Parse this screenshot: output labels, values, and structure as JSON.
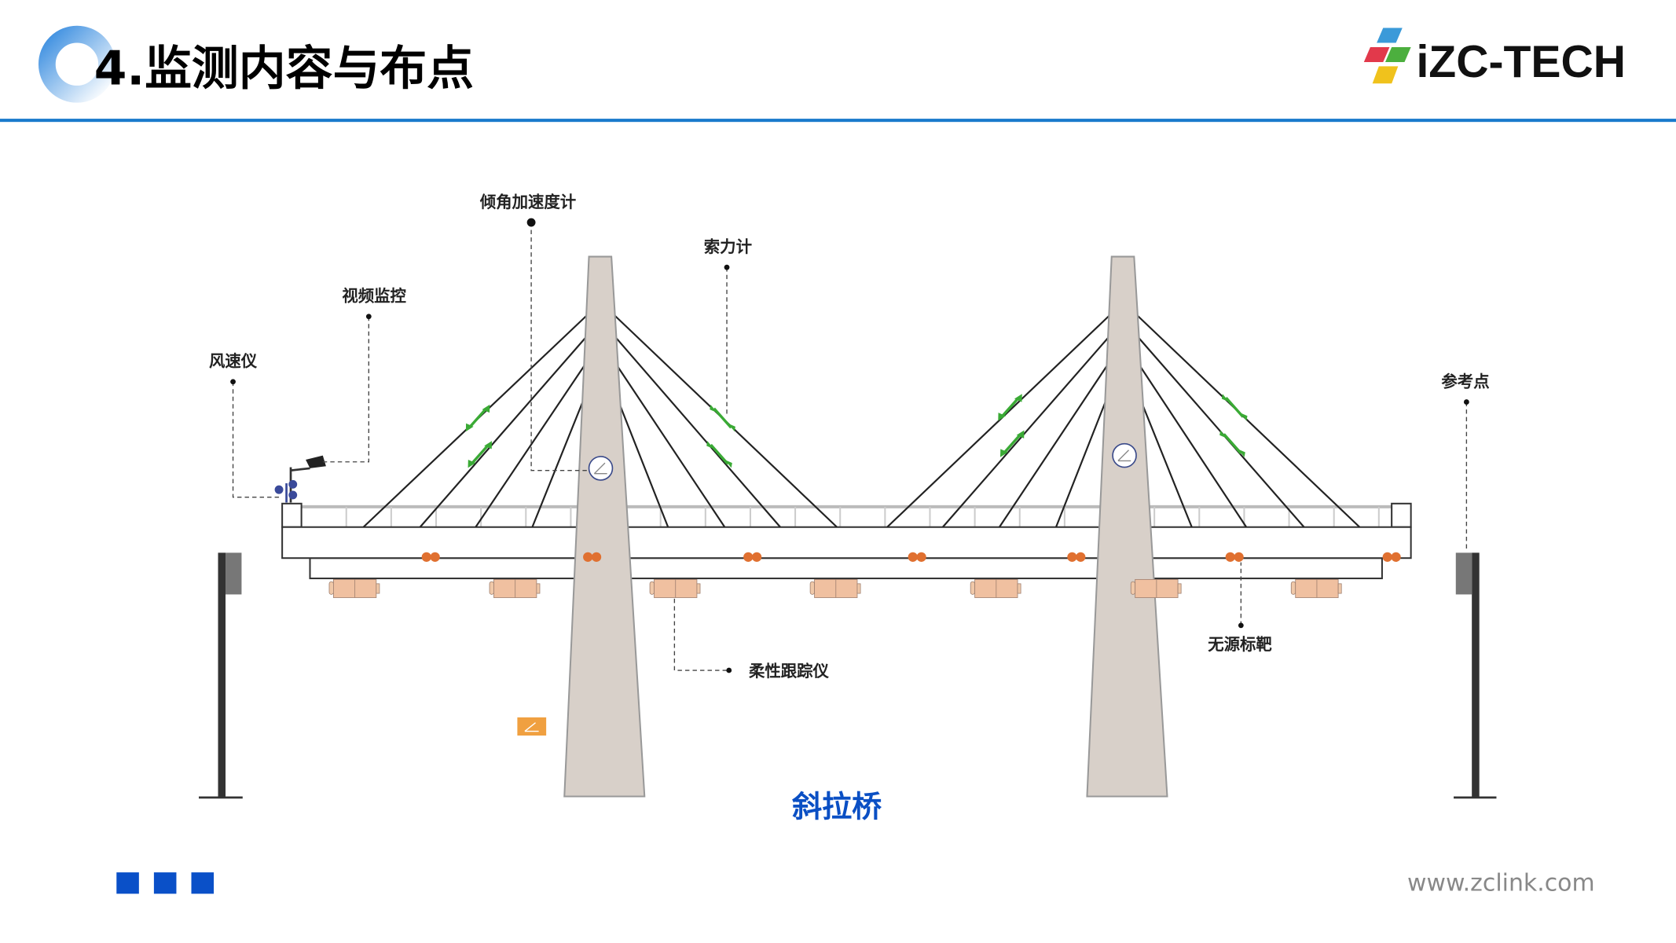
{
  "header": {
    "title": "4.监测内容与布点",
    "logo_text": "iZC-TECH"
  },
  "diagram": {
    "title": "斜拉桥",
    "labels": {
      "tilt_accelerometer": "倾角加速度计",
      "cable_force_meter": "索力计",
      "video_monitoring": "视频监控",
      "anemometer": "风速仪",
      "reference_point": "参考点",
      "passive_target": "无源标靶",
      "flexible_tracker": "柔性跟踪仪"
    }
  },
  "footer": {
    "url": "www.zclink.com"
  },
  "colors": {
    "accent": "#1a7acc",
    "title_blue": "#0a4fc4",
    "cable_arrow": "#3aaa35",
    "target": "#e07030",
    "tower": "#d8d0c9"
  }
}
